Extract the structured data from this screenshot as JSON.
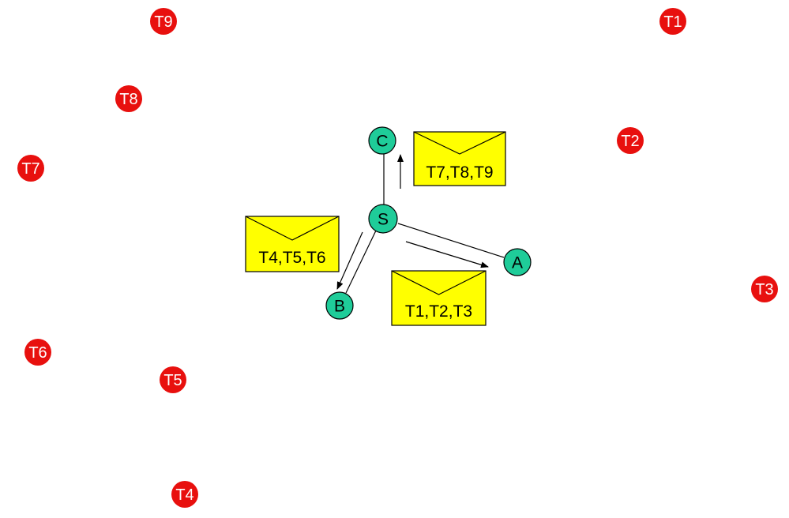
{
  "colors": {
    "target_fill": "#e8100e",
    "node_fill": "#1fcc99",
    "envelope_fill": "#ffff00",
    "line": "#000000"
  },
  "targets": [
    {
      "id": "t1",
      "label": "T1"
    },
    {
      "id": "t2",
      "label": "T2"
    },
    {
      "id": "t3",
      "label": "T3"
    },
    {
      "id": "t4",
      "label": "T4"
    },
    {
      "id": "t5",
      "label": "T5"
    },
    {
      "id": "t6",
      "label": "T6"
    },
    {
      "id": "t7",
      "label": "T7"
    },
    {
      "id": "t8",
      "label": "T8"
    },
    {
      "id": "t9",
      "label": "T9"
    }
  ],
  "nodes": {
    "s": {
      "label": "S"
    },
    "a": {
      "label": "A"
    },
    "b": {
      "label": "B"
    },
    "c": {
      "label": "C"
    }
  },
  "envelopes": {
    "c": {
      "label": "T7,T8,T9"
    },
    "b": {
      "label": "T4,T5,T6"
    },
    "a": {
      "label": "T1,T2,T3"
    }
  }
}
